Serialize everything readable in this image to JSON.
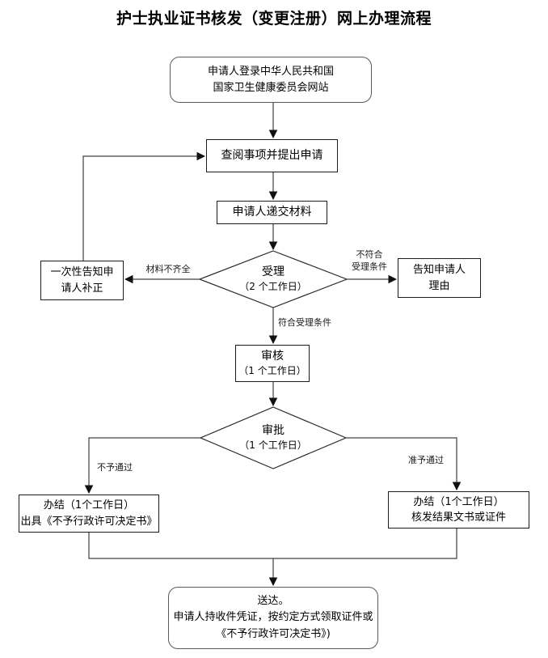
{
  "title": "护士执业证书核发（变更注册）网上办理流程",
  "nodes": {
    "start": {
      "lines": [
        "申请人登录中华人民共和国",
        "国家卫生健康委员会网站"
      ]
    },
    "review_request": {
      "lines": [
        "查阅事项并提出申请"
      ]
    },
    "submit": {
      "lines": [
        "申请人递交材料"
      ]
    },
    "accept": {
      "lines": [
        "受理",
        "（2 个工作日）"
      ]
    },
    "notify_correct": {
      "lines": [
        "一次性告知申",
        "请人补正"
      ]
    },
    "notify_reason": {
      "lines": [
        "告知申请人",
        "理由"
      ]
    },
    "examine": {
      "lines": [
        "审核",
        "（1 个工作日）"
      ]
    },
    "approval": {
      "lines": [
        "审批",
        "（1 个工作日）"
      ]
    },
    "close_reject": {
      "lines": [
        "办结（1个工作日）",
        "出具《不予行政许可决定书》"
      ]
    },
    "close_approve": {
      "lines": [
        "办结（1个工作日）",
        "核发结果文书或证件"
      ]
    },
    "deliver": {
      "lines": [
        "送达。",
        "申请人持收件凭证，按约定方式领取证件或",
        "《不予行政许可决定书》)"
      ]
    }
  },
  "edge_labels": {
    "materials_incomplete": "材料不齐全",
    "not_meet": [
      "不符合",
      "受理条件"
    ],
    "meet": "符合受理条件",
    "not_approved": "不予通过",
    "approved": "准予通过"
  },
  "colors": {
    "line": "#404040",
    "arrowhead": "#111111",
    "box_border": "#1a1a1a",
    "rounded_border": "#5a5a5a",
    "background": "#ffffff"
  }
}
